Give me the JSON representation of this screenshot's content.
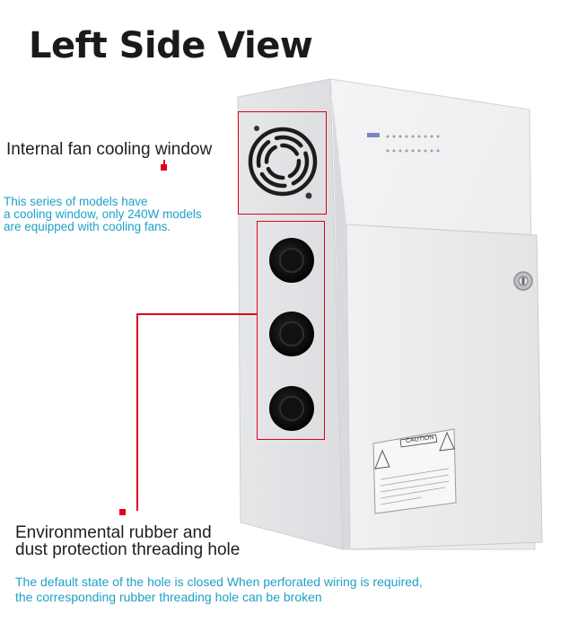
{
  "title": "Left Side View",
  "fan_label": "Internal fan cooling window",
  "fan_note": {
    "line1": "This series of models have",
    "line2": "a cooling window, only 240W models",
    "line3": "are equipped with cooling fans."
  },
  "hole_label": {
    "line1": "Environmental rubber and",
    "line2": "dust protection threading hole"
  },
  "hole_note": {
    "line1": "The default state of the hole is closed When perforated wiring is required,",
    "line2": "the corresponding rubber threading hole can be broken"
  },
  "caution_label": "CAUTION",
  "colors": {
    "title": "#1a1a1a",
    "accent_red": "#e0001a",
    "note_blue": "#1ea0c8"
  }
}
